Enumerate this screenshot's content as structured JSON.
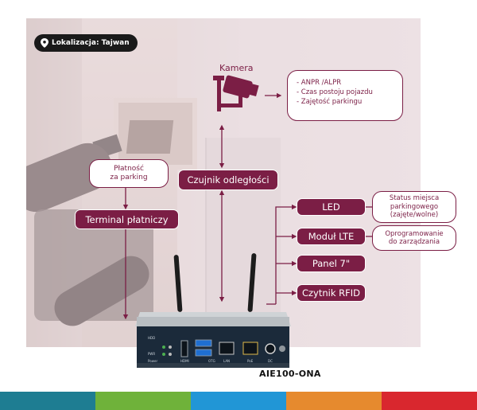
{
  "location_badge": "Lokalizacja: Tajwan",
  "camera": {
    "title": "Kamera",
    "features": [
      "- ANPR /ALPR",
      "- Czas postoju pojazdu",
      "- Zajętość parkingu"
    ]
  },
  "payment_box": {
    "line1": "Płatność",
    "line2": "za parking"
  },
  "labels": {
    "distance_sensor": "Czujnik odległości",
    "payment_terminal": "Terminal płatniczy",
    "led": "LED",
    "lte": "Moduł LTE",
    "panel": "Panel 7\"",
    "rfid": "Czytnik RFID"
  },
  "led_note": {
    "line1": "Status miejsca",
    "line2": "parkingowego",
    "line3": "(zajęte/wolne)"
  },
  "software_note": {
    "line1": "Oprogramowanie",
    "line2": "do zarządzania"
  },
  "device": {
    "name": "AIE100-ONA",
    "port_labels": [
      "HDD",
      "PWR",
      "HDMI",
      "OTG",
      "LAN",
      "PoE",
      "DC",
      "Power"
    ]
  },
  "colors": {
    "accent": "#7b1e45",
    "stripes": [
      "#1e7d92",
      "#6fb23a",
      "#2196d6",
      "#e68a2e",
      "#d9272e"
    ]
  }
}
